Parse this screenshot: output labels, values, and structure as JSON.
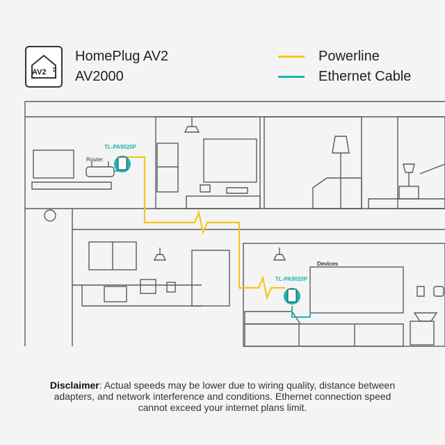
{
  "logo": {
    "badge_text": "AV2",
    "icon": "house-plug-icon"
  },
  "header": {
    "standard": "HomePlug AV2",
    "speed_class": "AV2000"
  },
  "legend": [
    {
      "label": "Powerline",
      "color": "#f5c518"
    },
    {
      "label": "Ethernet Cable",
      "color": "#18b7b5"
    }
  ],
  "scene": {
    "adapter_top_label": "TL-PA9020P",
    "router_label": "Router",
    "adapter_bottom_label": "TL-PA9020P",
    "devices_label": "Devices"
  },
  "disclaimer": {
    "heading": "Disclaimer",
    "text": ": Actual speeds may be lower due to wiring quality, distance between adapters, and network interference and conditions. Ethernet connection speed cannot exceed your internet plans limit."
  },
  "colors": {
    "line_art": "#5a5a5a",
    "accent_teal": "#18b7b5",
    "powerline_yellow": "#f5c518"
  }
}
